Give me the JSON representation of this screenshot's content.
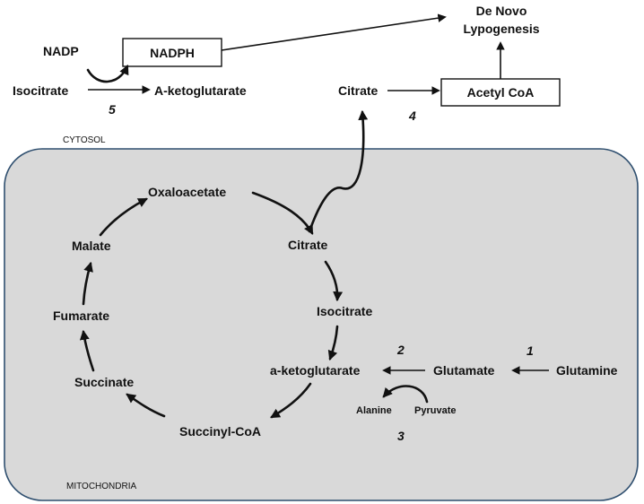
{
  "regions": {
    "cytosol": "CYTOSOL",
    "mitochondria": "MITOCHONDRIA"
  },
  "cytosol": {
    "nadp": "NADP",
    "nadph": "NADPH",
    "isocitrate": "Isocitrate",
    "a_ketoglutarate": "A-ketoglutarate",
    "citrate": "Citrate",
    "acetyl_coa": "Acetyl CoA",
    "de_novo_line1": "De Novo",
    "de_novo_line2": "Lypogenesis"
  },
  "cycle": {
    "oxaloacetate": "Oxaloacetate",
    "citrate": "Citrate",
    "isocitrate": "Isocitrate",
    "a_ketoglutarate": "a-ketoglutarate",
    "succinyl_coa": "Succinyl-CoA",
    "succinate": "Succinate",
    "fumarate": "Fumarate",
    "malate": "Malate"
  },
  "glutamine_path": {
    "glutamate": "Glutamate",
    "glutamine": "Glutamine",
    "alanine": "Alanine",
    "pyruvate": "Pyruvate"
  },
  "step_numbers": {
    "step1": "1",
    "step2": "2",
    "step3": "3",
    "step4": "4",
    "step5": "5"
  }
}
